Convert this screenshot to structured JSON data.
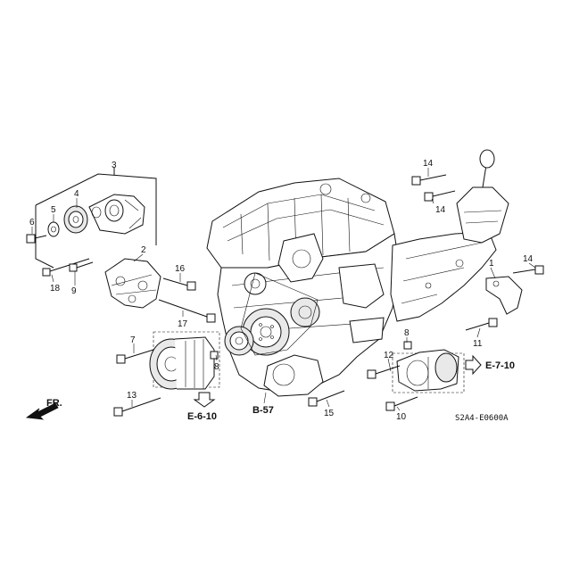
{
  "labels": {
    "l1": "1",
    "l2": "2",
    "l3": "3",
    "l4": "4",
    "l5": "5",
    "l6": "6",
    "l7": "7",
    "l8a": "8",
    "l8b": "8",
    "l9": "9",
    "l10": "10",
    "l11": "11",
    "l12": "12",
    "l13": "13",
    "l14a": "14",
    "l14b": "14",
    "l14c": "14",
    "l15": "15",
    "l16": "16",
    "l17": "17",
    "l18": "18"
  },
  "refs": {
    "e610": "E-6-10",
    "b57": "B-57",
    "e710": "E-7-10"
  },
  "front": "FR.",
  "diagram_code": "S2A4-E0600A"
}
